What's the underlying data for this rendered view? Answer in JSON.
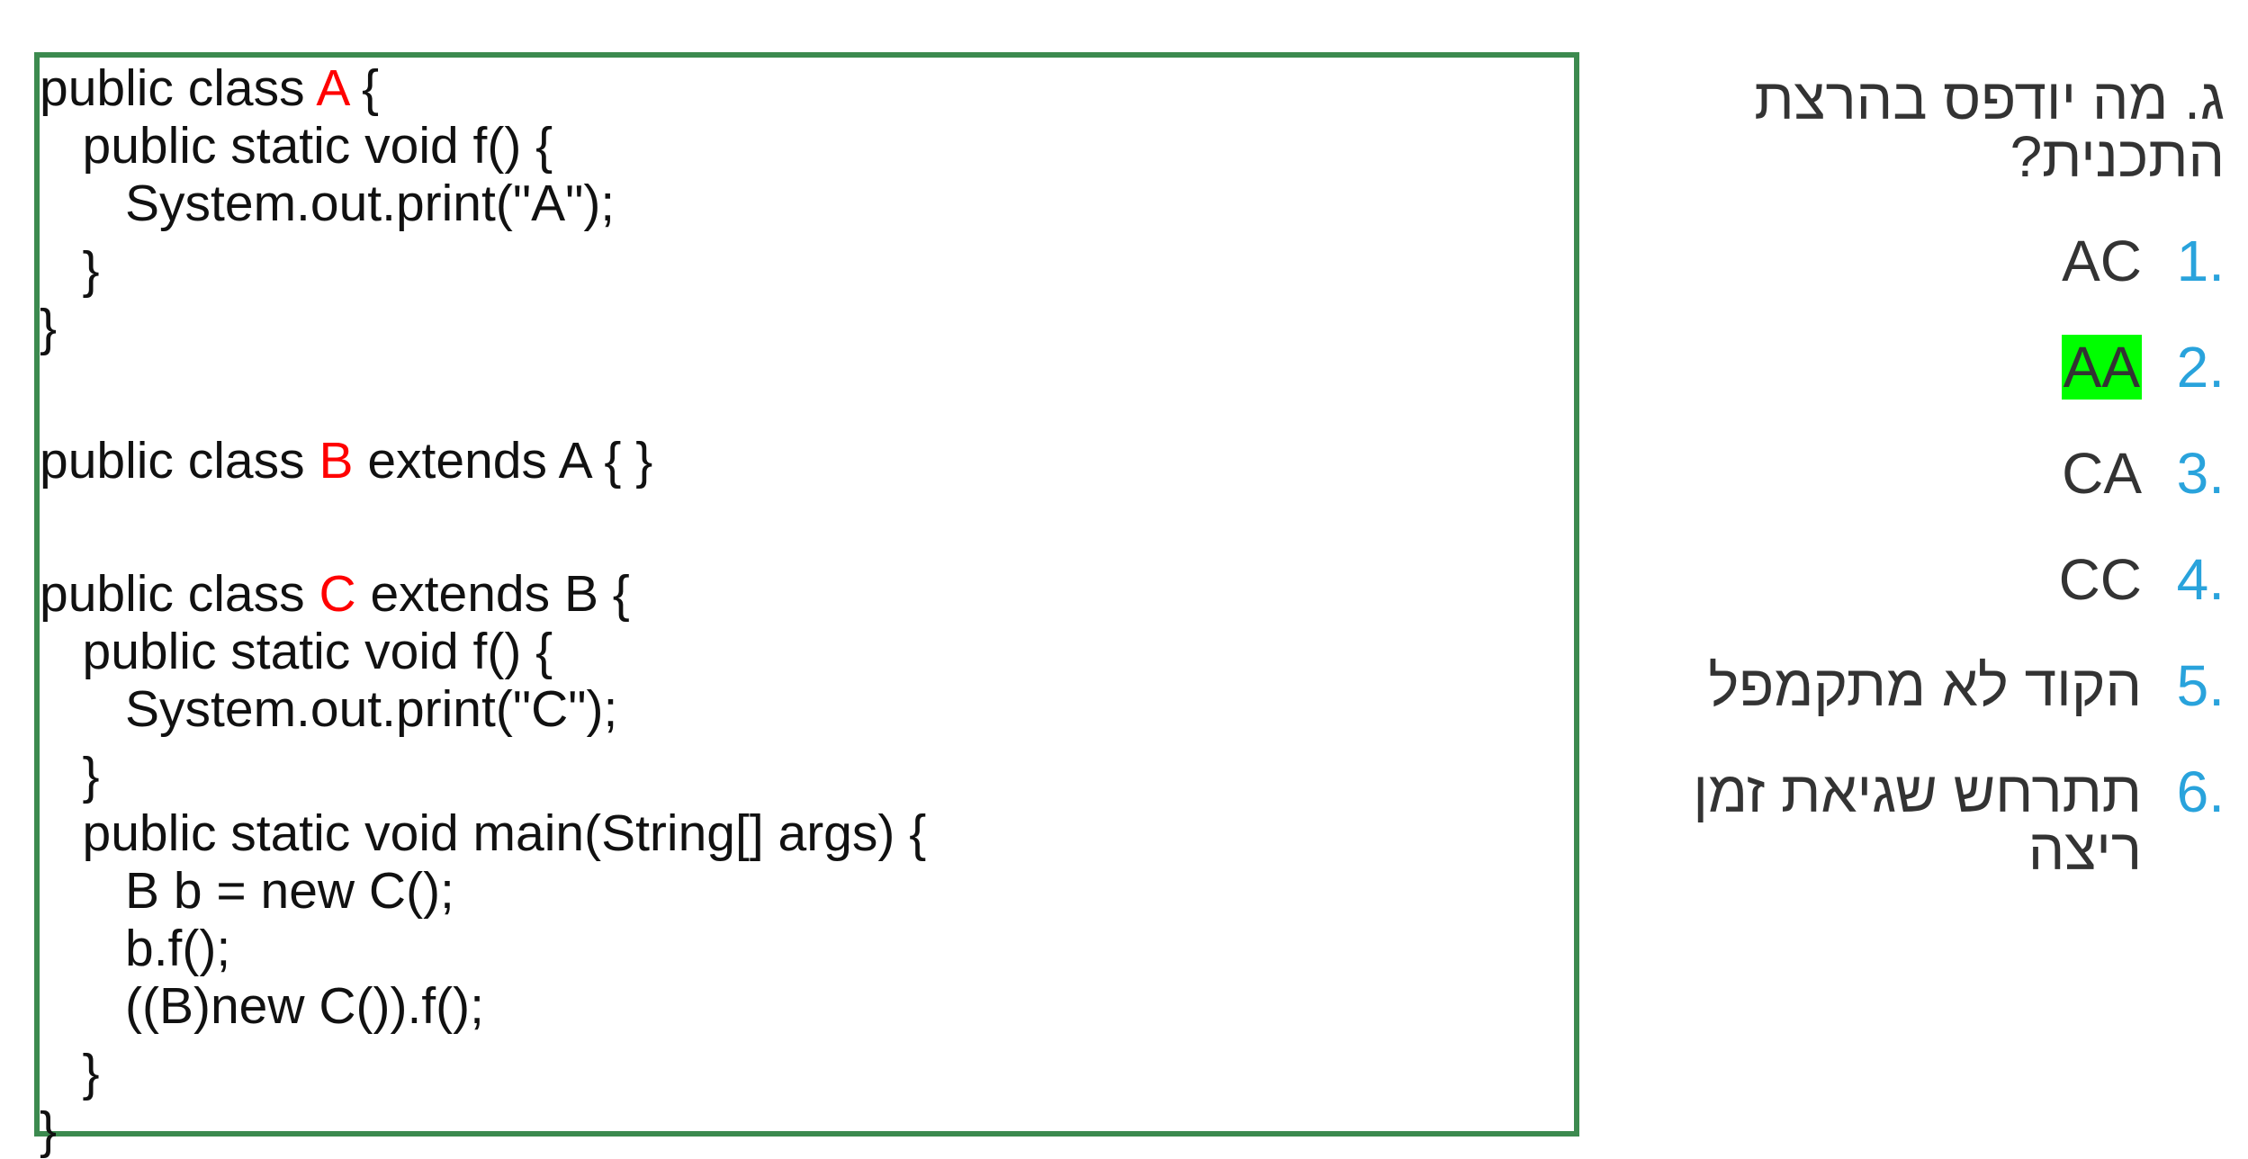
{
  "code": {
    "lines": [
      {
        "pre": "public class ",
        "cls": "A",
        "post": " {"
      },
      {
        "pre": "   public static void f() {",
        "cls": "",
        "post": ""
      },
      {
        "pre": "      System.out.print(\"A\");",
        "cls": "",
        "post": ""
      },
      {
        "pre": "   }",
        "cls": "",
        "post": ""
      },
      {
        "pre": "}",
        "cls": "",
        "post": ""
      },
      {
        "pre": "",
        "cls": "",
        "post": ""
      },
      {
        "pre": "public class ",
        "cls": "B",
        "post": " extends A { }"
      },
      {
        "pre": "",
        "cls": "",
        "post": ""
      },
      {
        "pre": "public class ",
        "cls": "C",
        "post": " extends B {"
      },
      {
        "pre": "   public static void f() {",
        "cls": "",
        "post": ""
      },
      {
        "pre": "      System.out.print(\"C\");",
        "cls": "",
        "post": ""
      },
      {
        "pre": "   }",
        "cls": "",
        "post": ""
      },
      {
        "pre": "   public static void main(String[] args) {",
        "cls": "",
        "post": ""
      },
      {
        "pre": "      B b = new C();",
        "cls": "",
        "post": ""
      },
      {
        "pre": "      b.f();",
        "cls": "",
        "post": ""
      },
      {
        "pre": "      ((B)new C()).f();",
        "cls": "",
        "post": ""
      },
      {
        "pre": "   }",
        "cls": "",
        "post": ""
      },
      {
        "pre": "}",
        "cls": "",
        "post": ""
      }
    ]
  },
  "question": {
    "text": "ג. מה יודפס בהרצת התכנית?"
  },
  "options": [
    {
      "num": "1.",
      "text": "AC",
      "highlighted": false,
      "ltr": true
    },
    {
      "num": "2.",
      "text": "AA",
      "highlighted": true,
      "ltr": true
    },
    {
      "num": "3.",
      "text": "CA",
      "highlighted": false,
      "ltr": true
    },
    {
      "num": "4.",
      "text": "CC",
      "highlighted": false,
      "ltr": true
    },
    {
      "num": "5.",
      "text": "הקוד לא מתקמפל",
      "highlighted": false,
      "ltr": false
    },
    {
      "num": "6.",
      "text": "תתרחש שגיאת זמן ריצה",
      "highlighted": false,
      "ltr": false
    }
  ],
  "colors": {
    "border": "#3c8a4f",
    "class_name": "#ff0000",
    "option_number": "#29a3dc",
    "highlight": "#00ff00"
  }
}
